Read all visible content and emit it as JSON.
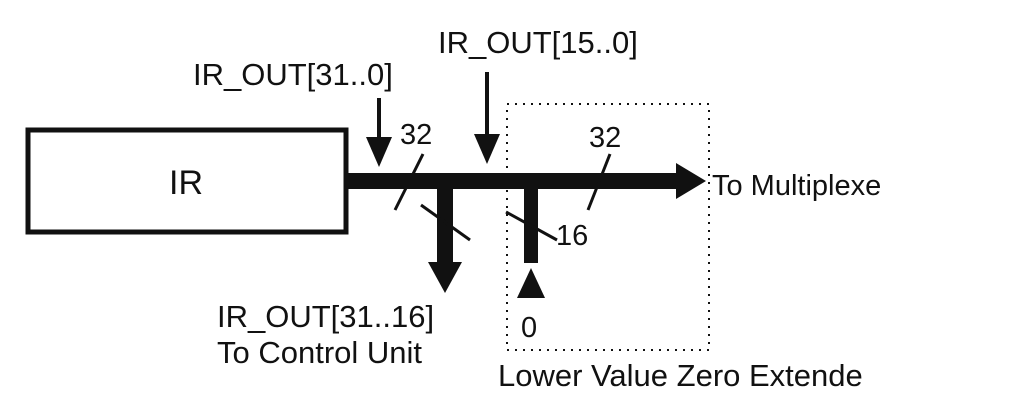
{
  "diagram": {
    "register": {
      "label": "IR"
    },
    "labels": {
      "ir_out_full": "IR_OUT[31..0]",
      "ir_out_low": "IR_OUT[15..0]",
      "ir_out_high": "IR_OUT[31..16]",
      "to_control_unit": "To Control Unit",
      "to_multiplexer": "To Multiplexe",
      "zero_extender": "Lower Value Zero Extende",
      "zero_input": "0"
    },
    "bus_widths": {
      "main_bus": "32",
      "branch_down": "",
      "output_bus": "32",
      "lower_bits": "16"
    },
    "colors": {
      "stroke": "#111111",
      "background": "#ffffff"
    }
  }
}
